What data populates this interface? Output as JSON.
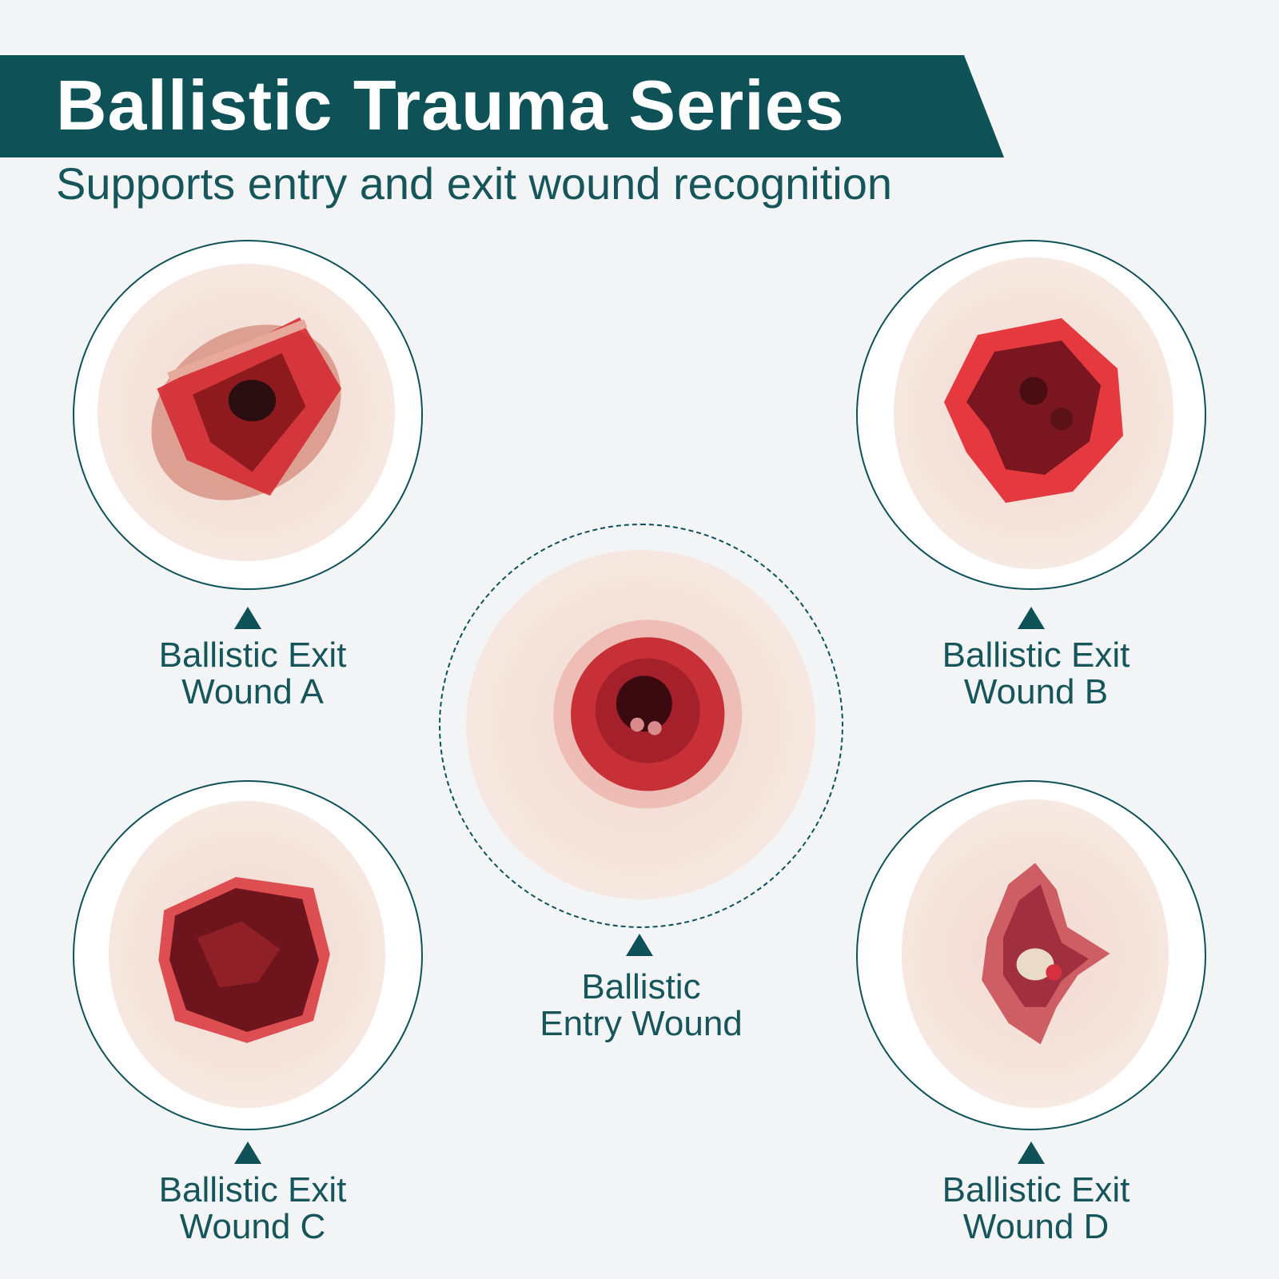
{
  "header": {
    "title": "Ballistic Trauma Series",
    "subtitle": "Supports entry and exit wound recognition"
  },
  "colors": {
    "teal": "#0e5257",
    "background": "#f2f4f6"
  },
  "wounds": [
    {
      "line1": "Ballistic Exit",
      "line2": "Wound A"
    },
    {
      "line1": "Ballistic Exit",
      "line2": "Wound B"
    },
    {
      "line1": "Ballistic",
      "line2": "Entry Wound"
    },
    {
      "line1": "Ballistic Exit",
      "line2": "Wound C"
    },
    {
      "line1": "Ballistic Exit",
      "line2": "Wound D"
    }
  ]
}
